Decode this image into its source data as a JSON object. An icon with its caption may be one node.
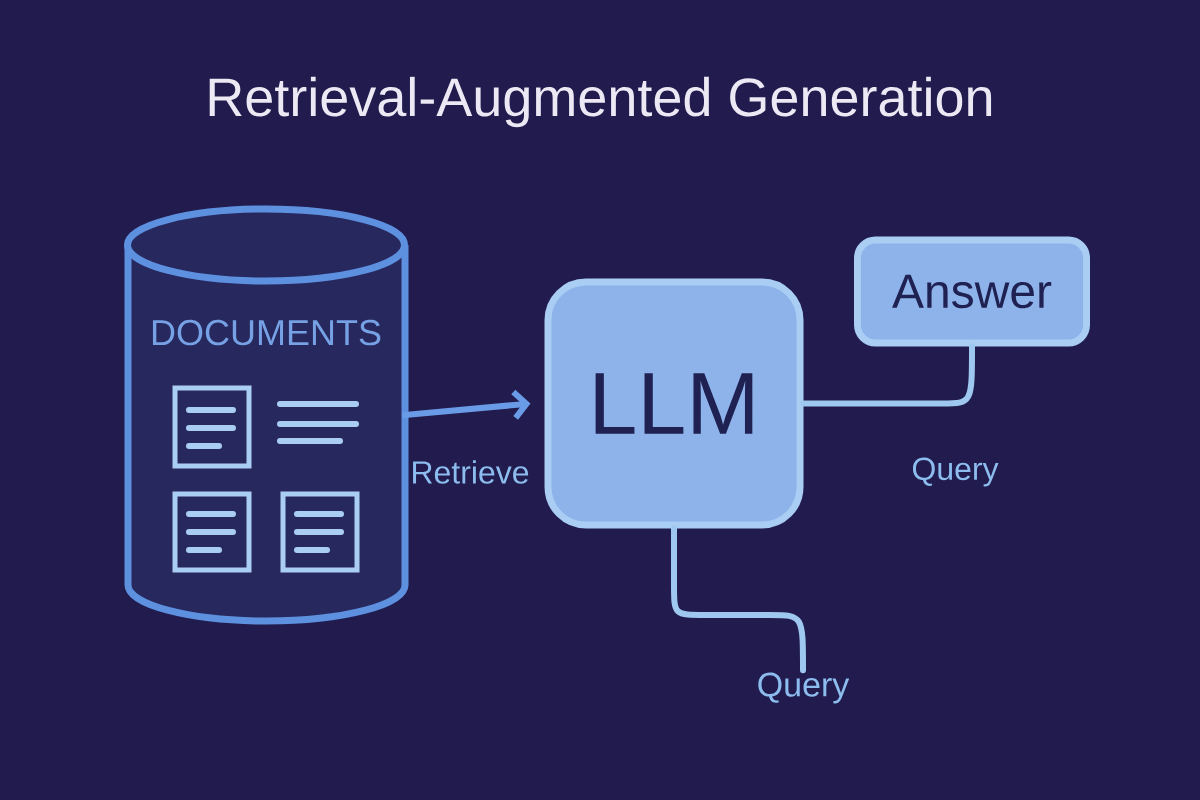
{
  "diagram": {
    "title": "Retrieval-Augmented Generation",
    "nodes": [
      {
        "text": [
          "DOCUMENTS"
        ]
      },
      {
        "text": [
          "LLM"
        ]
      },
      {
        "text": [
          "Answer"
        ]
      },
      {
        "text": [
          "Query"
        ]
      }
    ],
    "edges": [
      {
        "from": 0,
        "to": 1,
        "arrow": "to",
        "label": "Retrieve",
        "color": "#6a9be6"
      },
      {
        "from": 1,
        "to": 2,
        "arrow": "none",
        "label": "Query"
      },
      {
        "from": 1,
        "to": 3,
        "arrow": "none"
      }
    ]
  }
}
